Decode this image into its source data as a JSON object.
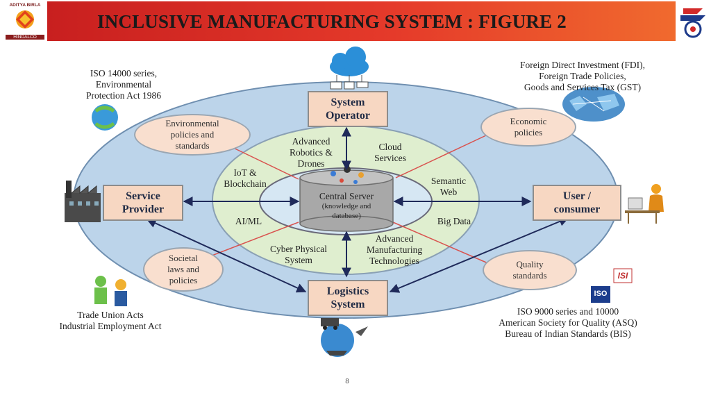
{
  "header": {
    "title": "INCLUSIVE MANUFACTURING SYSTEM : FIGURE 2",
    "logo_left_lines": [
      "ADITYA BIRLA",
      "HINDALCO"
    ],
    "accent_color": "#d92a22"
  },
  "diagram": {
    "boxes": {
      "system_operator": [
        "System",
        "Operator"
      ],
      "service_provider": [
        "Service",
        "Provider"
      ],
      "user_consumer": [
        "User /",
        "consumer"
      ],
      "logistics_system": [
        "Logistics",
        "System"
      ]
    },
    "central_server": {
      "title": "Central Server",
      "subtitle_lines": [
        "(knowledge and",
        "database)"
      ]
    },
    "ring_labels": {
      "advanced_robotics": [
        "Advanced",
        "Robotics &",
        "Drones"
      ],
      "cloud_services": [
        "Cloud",
        "Services"
      ],
      "iot_blockchain": [
        "IoT &",
        "Blockchain"
      ],
      "semantic_web": [
        "Semantic",
        "Web"
      ],
      "ai_ml": [
        "AI/ML"
      ],
      "big_data": [
        "Big Data"
      ],
      "cyber_physical": [
        "Cyber Physical",
        "System"
      ],
      "advanced_manufacturing": [
        "Advanced",
        "Manufacturing",
        "Technologies"
      ]
    },
    "bubbles": {
      "environmental": [
        "Environmental",
        "policies and",
        "standards"
      ],
      "economic": [
        "Economic",
        "policies"
      ],
      "societal": [
        "Societal",
        "laws and",
        "policies"
      ],
      "quality": [
        "Quality",
        "standards"
      ]
    },
    "notes": {
      "top_left": [
        "ISO 14000 series,",
        "Environmental",
        "Protection Act 1986"
      ],
      "top_right": [
        "Foreign Direct Investment (FDI),",
        "Foreign Trade Policies,",
        "Goods and Services Tax (GST)"
      ],
      "bottom_left": [
        "Trade Union Acts",
        "Industrial Employment Act"
      ],
      "bottom_right": [
        "ISO 9000 series and 10000",
        "American Society for Quality (ASQ)",
        "Bureau of Indian Standards (BIS)"
      ]
    },
    "iso_badge": "ISO",
    "isi_badge": "ISI",
    "colors": {
      "outer_ellipse": "#bcd4ea",
      "middle_ellipse": "#dfeecf",
      "inner_ellipse": "#d6e7f3",
      "box_fill": "#f7d7c2",
      "cylinder": "#a8a8a8",
      "arrow": "#1f2a5a",
      "red_line": "#d9534f"
    }
  },
  "footer": {
    "page_number": "8"
  }
}
